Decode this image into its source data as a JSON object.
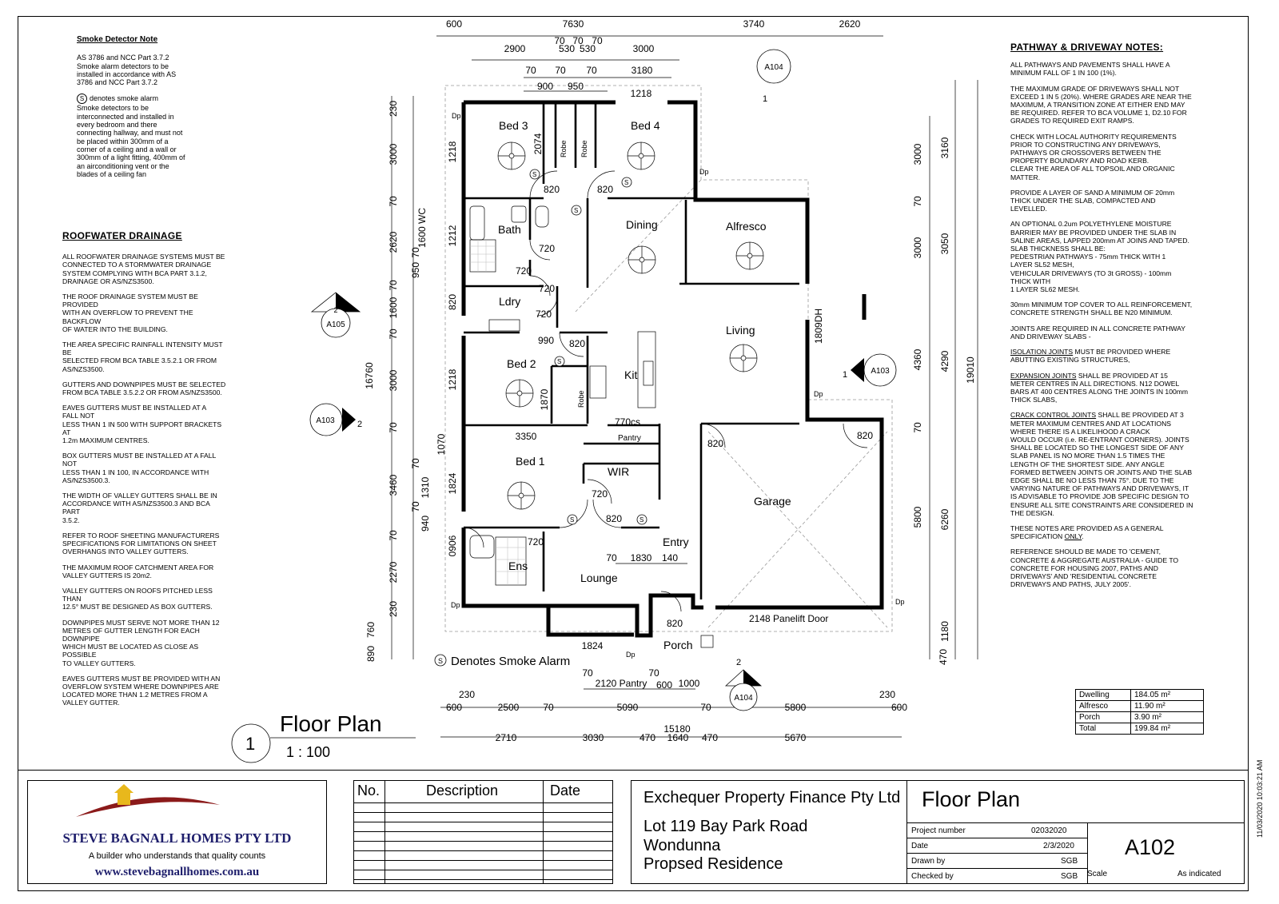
{
  "smoke_note": {
    "heading": "Smoke Detector Note",
    "para1": "AS 3786 and NCC Part 3.7.2\nSmoke alarm detectors to be\ninstalled in accordance with AS\n3786 and NCC Part 3.7.2",
    "symbol": "S",
    "para2_first": "denotes smoke alarm",
    "para2_rest": "Smoke detectors to be\ninterconnected and installed in\nevery bedroom and there\nconnecting hallway, and must not\nbe placed within 300mm of a\ncorner of a ceiling and a wall or\n300mm of a light fitting, 400mm of\nan airconditioning vent or the\nblades of a ceiling fan"
  },
  "roofwater": {
    "heading": "ROOFWATER DRAINAGE",
    "paragraphs": [
      "ALL ROOFWATER DRAINAGE SYSTEMS MUST BE\nCONNECTED TO A STORMWATER DRAINAGE\nSYSTEM COMPLYING WITH BCA PART 3.1.2,\nDRAINAGE OR AS/NZS3500.",
      "THE ROOF DRAINAGE SYSTEM MUST BE\nPROVIDED\nWITH AN OVERFLOW TO PREVENT THE\nBACKFLOW\nOF WATER INTO THE BUILDING.",
      "THE AREA SPECIFIC RAINFALL INTENSITY MUST\nBE\nSELECTED FROM BCA TABLE 3.5.2.1 OR FROM\nAS/NZS3500.",
      "GUTTERS AND DOWNPIPES MUST BE SELECTED\nFROM BCA TABLE 3.5.2.2 OR FROM AS/NZS3500.",
      "EAVES GUTTERS MUST BE INSTALLED AT A\nFALL NOT\nLESS THAN 1 IN 500 WITH SUPPORT BRACKETS\nAT\n1.2m MAXIMUM CENTRES.",
      "BOX GUTTERS MUST BE INSTALLED AT A FALL\nNOT\nLESS THAN 1 IN 100, IN ACCORDANCE WITH\nAS/NZS3500.3.",
      "THE WIDTH OF VALLEY GUTTERS SHALL BE IN\nACCORDANCE WITH AS/NZS3500.3 AND BCA\nPART\n3.5.2.",
      "REFER TO ROOF SHEETING MANUFACTURERS\nSPECIFICATIONS FOR LIMITATIONS ON SHEET\nOVERHANGS INTO VALLEY GUTTERS.",
      "THE MAXIMUM ROOF CATCHMENT AREA FOR\nVALLEY GUTTERS IS 20m2.",
      "VALLEY GUTTERS ON ROOFS PITCHED LESS\nTHAN\n12.5° MUST BE DESIGNED AS BOX GUTTERS.",
      "DOWNPIPES MUST SERVE NOT MORE THAN 12\nMETRES OF GUTTER LENGTH FOR EACH\nDOWNPIPE\nWHICH MUST BE LOCATED AS CLOSE AS\nPOSSIBLE\nTO VALLEY GUTTERS.",
      "EAVES GUTTERS MUST BE PROVIDED WITH AN\nOVERFLOW SYSTEM WHERE DOWNPIPES ARE\nLOCATED MORE THAN 1.2 METRES FROM A\nVALLEY GUTTER."
    ]
  },
  "pathway": {
    "heading": "PATHWAY & DRIVEWAY NOTES:",
    "p1": "ALL PATHWAYS AND PAVEMENTS SHALL HAVE A\nMINIMUM FALL OF 1 IN 100 (1%).",
    "p2": "THE MAXIMUM GRADE OF DRIVEWAYS SHALL NOT\nEXCEED 1 IN 5 (20%). WHERE GRADES ARE NEAR THE\nMAXIMUM, A TRANSITION ZONE AT EITHER END MAY\nBE REQUIRED. REFER TO BCA VOLUME 1, D2.10 FOR\nGRADES TO REQUIRED EXIT RAMPS.",
    "p3": "CHECK WITH LOCAL AUTHORITY REQUIREMENTS\nPRIOR TO CONSTRUCTING ANY DRIVEWAYS,\nPATHWAYS OR CROSSOVERS BETWEEN THE\nPROPERTY BOUNDARY AND ROAD KERB.\nCLEAR THE AREA OF ALL TOPSOIL AND ORGANIC\nMATTER.",
    "p4": "PROVIDE A LAYER OF SAND A MINIMUM  OF 20mm\nTHICK UNDER THE SLAB, COMPACTED AND\nLEVELLED.",
    "p5": "AN OPTIONAL 0.2um POLYETHYLENE MOISTURE\nBARRIER MAY BE PROVIDED UNDER THE SLAB IN\nSALINE AREAS, LAPPED 200mm AT JOINS AND TAPED.\nSLAB THICKNESS SHALL BE:\n  PEDESTRIAN PATHWAYS - 75mm THICK WITH 1\n  LAYER SL52 MESH,\n  VEHICULAR DRIVEWAYS  (TO 3t GROSS) -    100mm\nTHICK WITH\n  1 LAYER SL62 MESH.",
    "p6": "30mm MINIMUM TOP COVER TO ALL REINFORCEMENT,\nCONCRETE STRENGTH SHALL BE N20 MINIMUM.",
    "p7": "JOINTS ARE REQUIRED IN ALL CONCRETE PATHWAY\nAND DRIVEWAY SLABS -",
    "p8_u": "ISOLATION JOINTS",
    "p8_rest": " MUST BE PROVIDED WHERE\nABUTTING EXISTING STRUCTURES,",
    "p9_u": "EXPANSION JOINTS",
    "p9_rest": " SHALL BE PROVIDED AT 15\nMETER CENTRES IN ALL DIRECTIONS. N12 DOWEL\nBARS AT 400 CENTRES ALONG THE JOINTS IN 100mm\nTHICK SLABS,",
    "p10_u": "CRACK CONTROL JOINTS",
    "p10_rest": " SHALL BE PROVIDED AT 3\nMETER MAXIMUM CENTRES AND AT LOCATIONS\nWHERE THERE IS A LIKELIHOOD A CRACK\nWOULD OCCUR (i.e. RE-ENTRANT CORNERS). JOINTS\nSHALL BE LOCATED SO THE LONGEST SIDE OF ANY\nSLAB PANEL IS NO MORE THAN 1.5 TIMES THE\nLENGTH OF THE SHORTEST SIDE. ANY ANGLE\nFORMED BETWEEN JOINTS OR JOINTS AND THE SLAB\nEDGE SHALL BE NO LESS THAN 75°. DUE TO THE\nVARYING NATURE OF PATHWAYS AND DRIVEWAYS, IT\nIS ADVISABLE TO PROVIDE JOB SPECIFIC DESIGN TO\nENSURE ALL SITE CONSTRAINTS ARE CONSIDERED IN\nTHE DESIGN.",
    "p11_pre": "THESE NOTES ARE PROVIDED AS A GENERAL\nSPECIFICATION ",
    "p11_u": "ONLY",
    "p11_post": ".",
    "p12": "REFERENCE SHOULD BE MADE TO 'CEMENT,\nCONCRETE & AGGREGATE AUSTRALIA - GUIDE TO\nCONCRETE FOR HOUSING 2007, PATHS AND\nDRIVEWAYS' AND 'RESIDENTIAL CONCRETE\nDRIVEWAYS AND PATHS, JULY 2005'."
  },
  "rooms": {
    "bed3": "Bed 3",
    "bed4": "Bed 4",
    "bath": "Bath",
    "ldry": "Ldry",
    "dining": "Dining",
    "alfresco": "Alfresco",
    "living": "Living",
    "bed2": "Bed 2",
    "kit": "Kit",
    "pantry": "Pantry",
    "wir": "WIR",
    "bed1": "Bed 1",
    "garage": "Garage",
    "entry": "Entry",
    "ens": "Ens",
    "lounge": "Lounge",
    "porch": "Porch",
    "robe": "Robe",
    "wc": "1600 WC",
    "panelift": "2148 Panelift Door",
    "dh": "1809DH",
    "cs": "770cs"
  },
  "smoke_legend": {
    "symbol": "S",
    "text": "Denotes  Smoke Alarm"
  },
  "view_title": {
    "number": "1",
    "title": "Floor Plan",
    "scale": "1 : 100"
  },
  "markers": {
    "a104_top": {
      "ref": "A104",
      "num": "1"
    },
    "a105": {
      "ref": "A105",
      "num": "2"
    },
    "a103_left": {
      "ref": "A103",
      "num": "2"
    },
    "a103_right": {
      "ref": "A103",
      "num": "1"
    },
    "a104_bottom": {
      "ref": "A104",
      "num": "2"
    }
  },
  "dims": {
    "top1": [
      "600",
      "7630",
      "3740",
      "2620"
    ],
    "top2": [
      "2900",
      "70",
      "70",
      "70",
      "530",
      "530",
      "3000"
    ],
    "top3": [
      "70",
      "70",
      "70",
      "3180"
    ],
    "top4": [
      "900",
      "950"
    ],
    "top5": [
      "1218"
    ],
    "left_outer": "16760",
    "left_mid": [
      "230",
      "3000",
      "70",
      "2620",
      "70",
      "1600",
      "70",
      "3000",
      "70",
      "3460",
      "70",
      "2270",
      "230",
      "760",
      "890"
    ],
    "left_inner": [
      "1218",
      "1212",
      "820",
      "1218",
      "1824",
      "0906"
    ],
    "left_wc": [
      "70",
      "950",
      "1070",
      "70",
      "1310",
      "70",
      "940"
    ],
    "right1": [
      "3000",
      "70",
      "3000",
      "4360",
      "70",
      "5800",
      "470"
    ],
    "right2": [
      "3160",
      "3050",
      "4290",
      "6260",
      "1180"
    ],
    "right_outer": "19010",
    "interior": [
      "2074",
      "820",
      "820",
      "720",
      "720",
      "720",
      "720",
      "990",
      "820",
      "1870",
      "3350",
      "720",
      "820",
      "820",
      "820",
      "720",
      "1824",
      "820"
    ],
    "entry_dims": [
      "70",
      "1830",
      "140"
    ],
    "bottom1": [
      "70",
      "2120 Pantry",
      "70",
      "600",
      "1000"
    ],
    "bottom2": [
      "230",
      "600",
      "2500",
      "70",
      "5090",
      "70",
      "5800",
      "230",
      "600"
    ],
    "bottom3": [
      "2710",
      "3030",
      "470",
      "1640",
      "470",
      "5670"
    ],
    "bottom_total": "15180",
    "dp": "Dp"
  },
  "areas": [
    {
      "label": "Dwelling",
      "value": "184.05 m²"
    },
    {
      "label": "Alfresco",
      "value": "11.90 m²"
    },
    {
      "label": "Porch",
      "value": "3.90 m²"
    },
    {
      "label": "Total",
      "value": "199.84 m²"
    }
  ],
  "company": {
    "name": "STEVE BAGNALL HOMES PTY LTD",
    "tagline": "A builder who understands that quality counts",
    "website": "www.stevebagnallhomes.com.au",
    "brand_color": "#8b1a1a",
    "logo_color": "#e8b81c"
  },
  "revisions": {
    "no": "No.",
    "description": "Description",
    "date": "Date"
  },
  "client": {
    "company": "Exchequer Property Finance Pty Ltd",
    "line1": "Lot 119 Bay Park Road",
    "line2": "Wondunna",
    "line3": "Propsed Residence"
  },
  "sheet": {
    "title": "Floor Plan",
    "project_label": "Project number",
    "project_value": "02032020",
    "date_label": "Date",
    "date_value": "2/3/2020",
    "drawn_label": "Drawn by",
    "drawn_value": "SGB",
    "checked_label": "Checked by",
    "checked_value": "SGB",
    "number": "A102",
    "scale_label": "Scale",
    "scale_value": "As indicated"
  },
  "stamp": "11/03/2020 10:03:21 AM"
}
